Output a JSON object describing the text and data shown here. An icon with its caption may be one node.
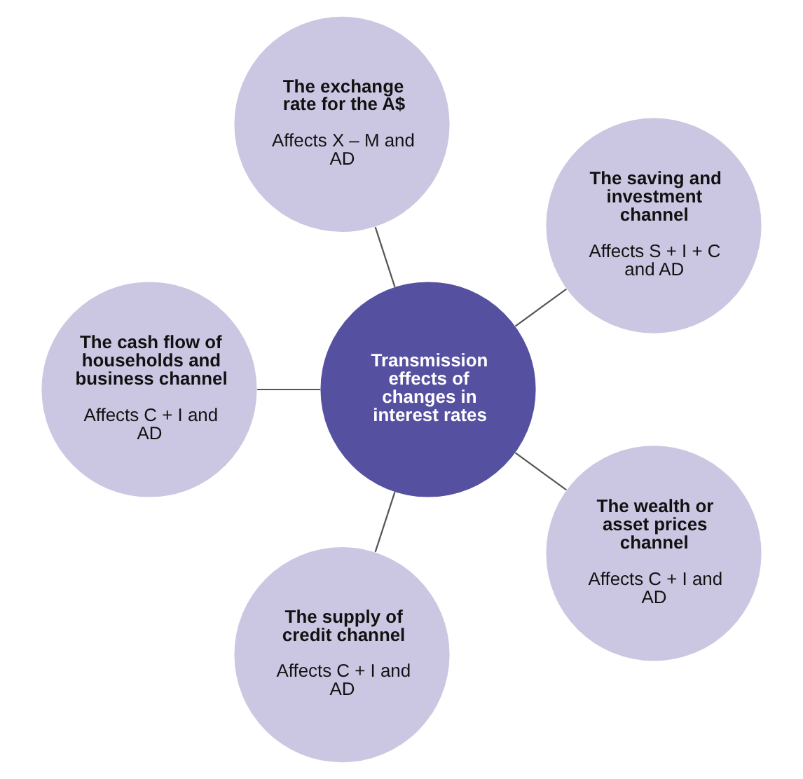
{
  "diagram": {
    "nodes": [
      {
        "text": [
          "Transmission effects of changes in interest rates"
        ]
      },
      {
        "text": [
          "The saving and investment channel",
          "Affects S + I + C and AD"
        ]
      },
      {
        "text": [
          "The exchange rate for the A$",
          "Affects X – M and AD"
        ]
      },
      {
        "text": [
          "The cash flow of households and business channel",
          "Affects C + I and AD"
        ]
      },
      {
        "text": [
          "The supply of credit channel",
          "Affects C + I and AD"
        ]
      },
      {
        "text": [
          "The wealth or asset prices channel",
          "Affects C + I and AD"
        ]
      }
    ],
    "edges": [
      {
        "from": 0,
        "to": 1,
        "arrow": "none"
      },
      {
        "from": 0,
        "to": 2,
        "arrow": "none"
      },
      {
        "from": 0,
        "to": 3,
        "arrow": "none"
      },
      {
        "from": 0,
        "to": 4,
        "arrow": "none"
      },
      {
        "from": 0,
        "to": 5,
        "arrow": "none"
      }
    ]
  }
}
